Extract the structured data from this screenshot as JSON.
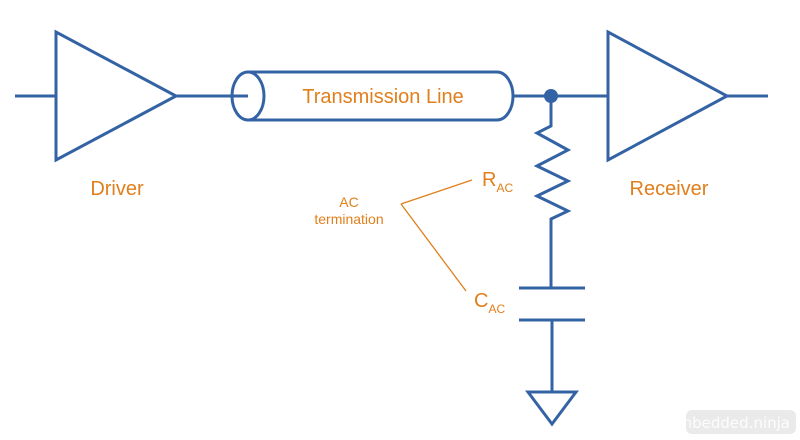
{
  "diagram": {
    "title": "AC termination of a transmission line",
    "components": {
      "driver": {
        "label": "Driver",
        "symbol": "buffer-triangle"
      },
      "transmission_line": {
        "label": "Transmission Line",
        "symbol": "coax-cylinder"
      },
      "receiver": {
        "label": "Receiver",
        "symbol": "buffer-triangle"
      },
      "resistor": {
        "label_main": "R",
        "label_sub": "AC",
        "symbol": "zigzag-resistor"
      },
      "capacitor": {
        "label_main": "C",
        "label_sub": "AC",
        "symbol": "capacitor"
      },
      "ground": {
        "symbol": "ground-triangle"
      },
      "junction": {
        "symbol": "junction-dot"
      }
    },
    "annotation": {
      "line1": "AC",
      "line2": "termination",
      "points_to": [
        "resistor",
        "capacitor"
      ]
    },
    "watermark": "mbedded.ninja",
    "colors": {
      "wire": "#3463a5",
      "label": "#e07f1c",
      "background": "#ffffff"
    }
  }
}
